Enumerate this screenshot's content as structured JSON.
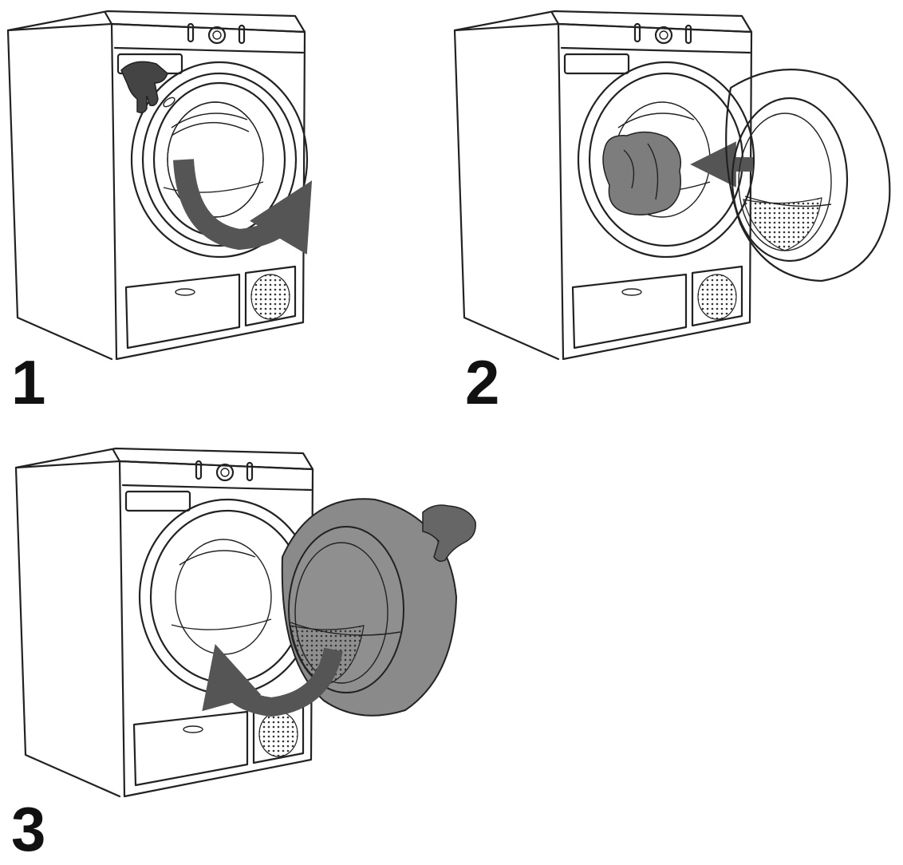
{
  "steps": [
    {
      "number": "1",
      "action": "open-door"
    },
    {
      "number": "2",
      "action": "load-laundry"
    },
    {
      "number": "3",
      "action": "close-door"
    }
  ],
  "colors": {
    "line": "#222222",
    "arrow": "#555555",
    "door_fill": "#8a8a8a",
    "laundry": "#7d7d7d",
    "background": "#ffffff"
  },
  "icons": [
    "hand-icon",
    "curved-arrow-icon",
    "straight-arrow-icon",
    "laundry-icon"
  ]
}
